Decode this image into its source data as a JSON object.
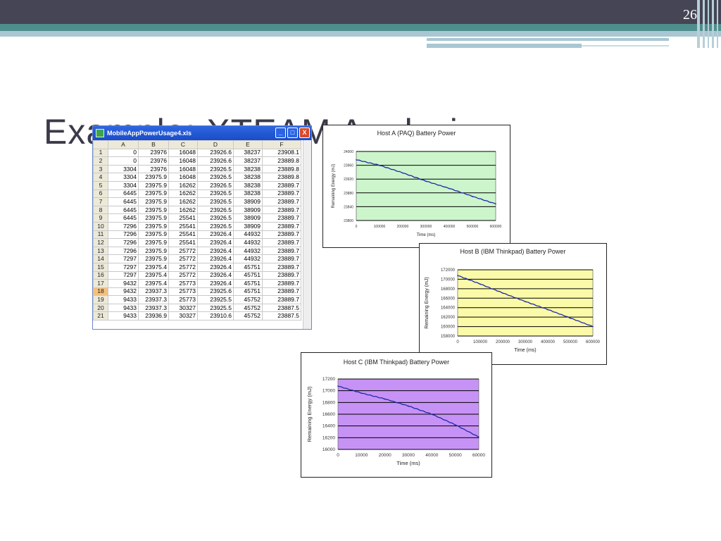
{
  "slide": {
    "page_number": "26",
    "title": "Example: XTEAM Analysis"
  },
  "spreadsheet": {
    "window_title": "MobileAppPowerUsage4.xls",
    "buttons": {
      "minimize": "_",
      "maximize": "□",
      "close": "X"
    },
    "columns": [
      "",
      "A",
      "B",
      "C",
      "D",
      "E",
      "F"
    ],
    "selected_row": "18",
    "rows": [
      [
        "1",
        "0",
        "23976",
        "16048",
        "23926.6",
        "38237",
        "23908.1"
      ],
      [
        "2",
        "0",
        "23976",
        "16048",
        "23926.6",
        "38237",
        "23889.8"
      ],
      [
        "3",
        "3304",
        "23976",
        "16048",
        "23926.5",
        "38238",
        "23889.8"
      ],
      [
        "4",
        "3304",
        "23975.9",
        "16048",
        "23926.5",
        "38238",
        "23889.8"
      ],
      [
        "5",
        "3304",
        "23975.9",
        "16262",
        "23926.5",
        "38238",
        "23889.7"
      ],
      [
        "6",
        "6445",
        "23975.9",
        "16262",
        "23926.5",
        "38238",
        "23889.7"
      ],
      [
        "7",
        "6445",
        "23975.9",
        "16262",
        "23926.5",
        "38909",
        "23889.7"
      ],
      [
        "8",
        "6445",
        "23975.9",
        "16262",
        "23926.5",
        "38909",
        "23889.7"
      ],
      [
        "9",
        "6445",
        "23975.9",
        "25541",
        "23926.5",
        "38909",
        "23889.7"
      ],
      [
        "10",
        "7296",
        "23975.9",
        "25541",
        "23926.5",
        "38909",
        "23889.7"
      ],
      [
        "11",
        "7296",
        "23975.9",
        "25541",
        "23926.4",
        "44932",
        "23889.7"
      ],
      [
        "12",
        "7296",
        "23975.9",
        "25541",
        "23926.4",
        "44932",
        "23889.7"
      ],
      [
        "13",
        "7296",
        "23975.9",
        "25772",
        "23926.4",
        "44932",
        "23889.7"
      ],
      [
        "14",
        "7297",
        "23975.9",
        "25772",
        "23926.4",
        "44932",
        "23889.7"
      ],
      [
        "15",
        "7297",
        "23975.4",
        "25772",
        "23926.4",
        "45751",
        "23889.7"
      ],
      [
        "16",
        "7297",
        "23975.4",
        "25772",
        "23926.4",
        "45751",
        "23889.7"
      ],
      [
        "17",
        "9432",
        "23975.4",
        "25773",
        "23926.4",
        "45751",
        "23889.7"
      ],
      [
        "18",
        "9432",
        "23937.3",
        "25773",
        "23925.6",
        "45751",
        "23889.7"
      ],
      [
        "19",
        "9433",
        "23937.3",
        "25773",
        "23925.5",
        "45752",
        "23889.7"
      ],
      [
        "20",
        "9433",
        "23937.3",
        "30327",
        "23925.5",
        "45752",
        "23887.5"
      ],
      [
        "21",
        "9433",
        "23936.9",
        "30327",
        "23910.6",
        "45752",
        "23887.5"
      ]
    ]
  },
  "chart_data": [
    {
      "type": "line",
      "title": "Host A (PAQ) Battery Power",
      "xlabel": "Time (ms)",
      "ylabel": "Remaining Energy (mJ)",
      "plot_color": "#ccf5cc",
      "line_color": "#1f2aa8",
      "xlim": [
        0,
        600000
      ],
      "ylim": [
        23800,
        24000
      ],
      "x_ticks": [
        "0",
        "100000",
        "200000",
        "300000",
        "400000",
        "500000",
        "600000"
      ],
      "y_ticks": [
        "23800",
        "23840",
        "23880",
        "23920",
        "23960",
        "24000"
      ],
      "x": [
        0,
        100000,
        200000,
        300000,
        400000,
        500000,
        600000
      ],
      "y": [
        23976,
        23960,
        23938,
        23914,
        23893,
        23870,
        23848
      ]
    },
    {
      "type": "line",
      "title": "Host B (IBM Thinkpad) Battery Power",
      "xlabel": "Time (ms)",
      "ylabel": "Remaining Energy (mJ)",
      "plot_color": "#fafaa8",
      "line_color": "#1f2aa8",
      "xlim": [
        0,
        600000
      ],
      "ylim": [
        158000,
        172000
      ],
      "x_ticks": [
        "0",
        "100000",
        "200000",
        "300000",
        "400000",
        "500000",
        "600000"
      ],
      "y_ticks": [
        "158000",
        "160000",
        "162000",
        "164000",
        "166000",
        "168000",
        "170000",
        "172000"
      ],
      "x": [
        0,
        100000,
        200000,
        300000,
        400000,
        500000,
        600000
      ],
      "y": [
        170800,
        169000,
        167100,
        165300,
        163600,
        161800,
        160000
      ]
    },
    {
      "type": "line",
      "title": "Host C (IBM Thinkpad) Battery Power",
      "xlabel": "Time (ms)",
      "ylabel": "Remaining Energy (mJ)",
      "plot_color": "#c792f5",
      "line_color": "#1f2aa8",
      "xlim": [
        0,
        60000
      ],
      "ylim": [
        16000,
        17200
      ],
      "x_ticks": [
        "0",
        "10000",
        "20000",
        "30000",
        "40000",
        "50000",
        "60000"
      ],
      "y_ticks": [
        "16000",
        "16200",
        "16400",
        "16600",
        "16800",
        "17000",
        "17200"
      ],
      "x": [
        0,
        10000,
        20000,
        30000,
        40000,
        50000,
        60000
      ],
      "y": [
        17080,
        16960,
        16860,
        16740,
        16600,
        16420,
        16210
      ]
    }
  ]
}
